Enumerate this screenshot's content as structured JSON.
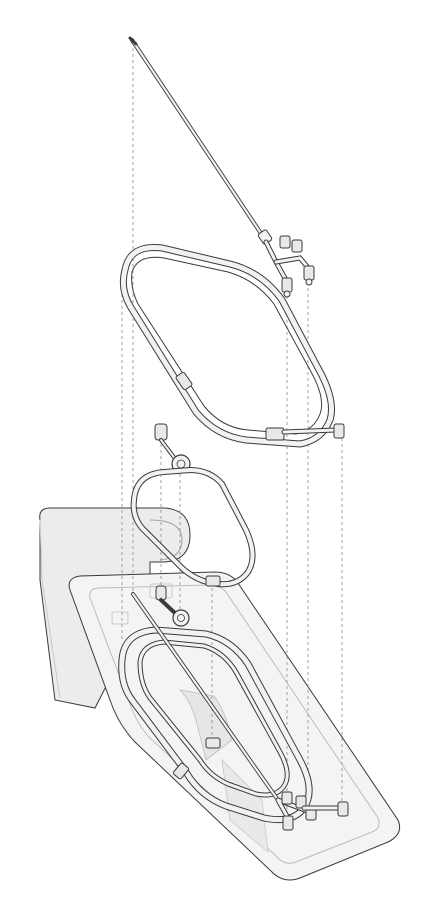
{
  "figure": {
    "kind": "exploded-view",
    "colors": {
      "background": "#ffffff",
      "outline": "#3a3a3a",
      "tube_fill": "#f2f2f2",
      "tray_fill": "#f4f4f4",
      "tray_edge": "#bdbdbd",
      "guide_lines": "#8a8a8a",
      "paper_fill": "#ececec"
    },
    "components": [
      {
        "id": "needle-with-y-connector",
        "icon": "needle-icon"
      },
      {
        "id": "large-tube-loop",
        "icon": "tube-loop-icon"
      },
      {
        "id": "small-tube-loop-with-filter",
        "icon": "filter-icon"
      },
      {
        "id": "packaging-tray",
        "icon": "tray-icon"
      },
      {
        "id": "lid-paper-sheet",
        "icon": "paper-icon"
      }
    ]
  }
}
